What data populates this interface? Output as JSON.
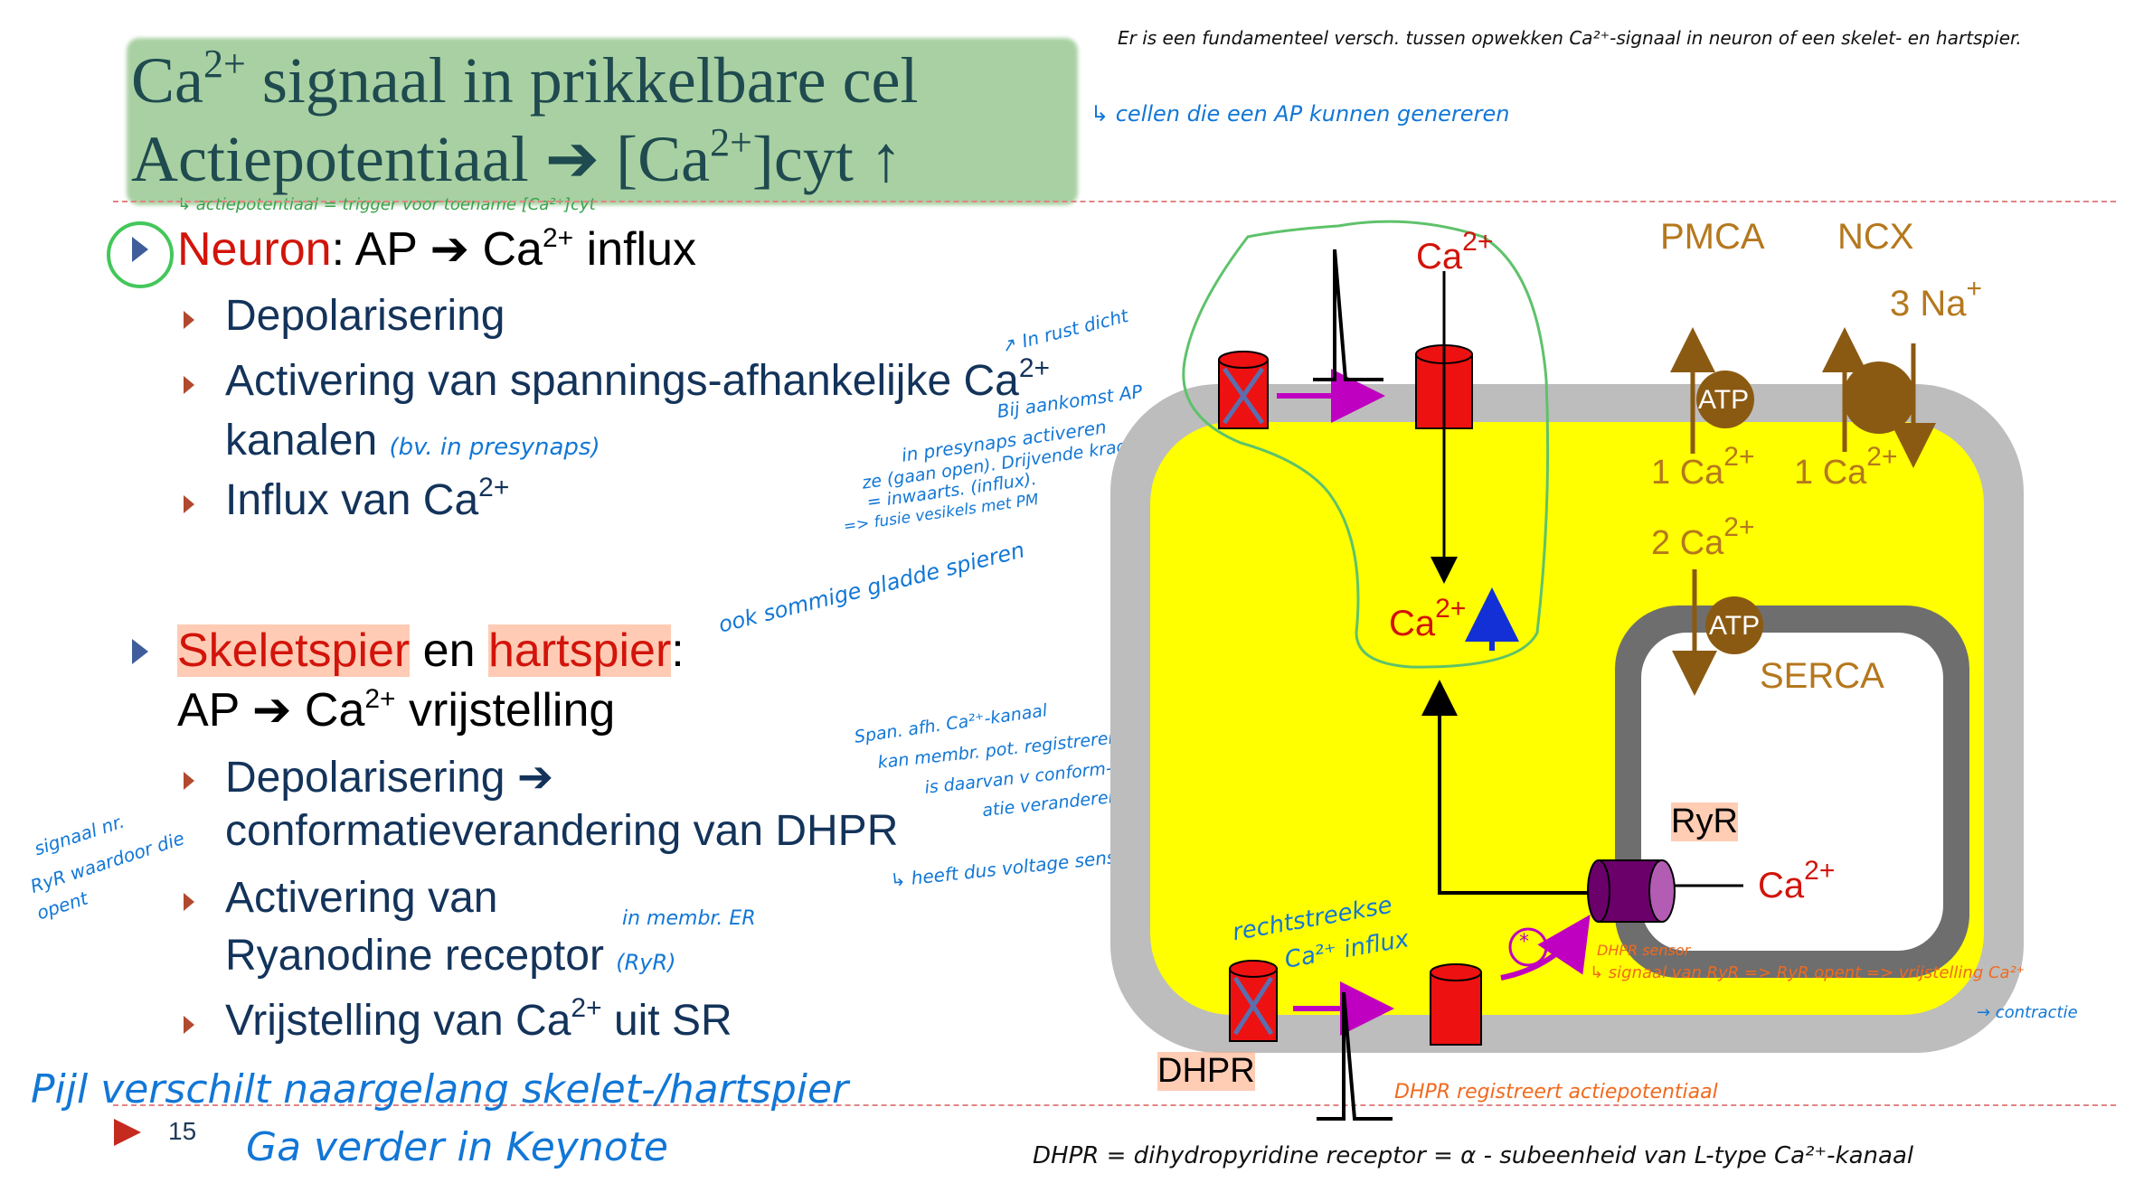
{
  "title": {
    "line1_prefix": "Ca",
    "line1_sup": "2+",
    "line1_suffix": " signaal in prikkelbare cel",
    "line2_prefix": "Actiepotentiaal ➔ [Ca",
    "line2_sup": "2+",
    "line2_suffix": "]cyt ↑"
  },
  "handnotes": {
    "top_right_1": "Er is een fundamenteel versch. tussen opwekken Ca²⁺-signaal in neuron of een skelet- en hartspier.",
    "top_right_2": "↳ cellen die een AP kunnen genereren",
    "under_title": "↳ actiepotentiaal = trigger voor toename [Ca²⁺]cyt",
    "in_rest": "↗ In rust dicht",
    "arrival_1": "Bij aankomst AP",
    "arrival_2": "in presynaps activeren",
    "arrival_3": "ze (gaan open). Drijvende kracht",
    "arrival_4": "= inwaarts. (influx).",
    "arrival_5": "=> fusie vesikels met PM",
    "some_smooth": "ook sommige gladde spieren",
    "dhpr_note_1": "Span. afh. Ca²⁺-kanaal",
    "dhpr_note_2": "kan membr. pot. registreren &",
    "dhpr_note_3": "is daarvan v conform-",
    "dhpr_note_4": "atie veranderen.",
    "dhpr_note_5": "↳ heeft dus voltage sensor",
    "signal_ryr_1": "signaal nr.",
    "signal_ryr_2": "RyR waardoor die",
    "signal_ryr_3": "opent",
    "in_membr_er": "in membr. ER",
    "footer_note_1": "Pijl  verschilt naargelang skelet-/hartspier",
    "footer_note_2": "Ga verder in Keynote",
    "diag_direct_1": "rechtstreekse",
    "diag_direct_2": "Ca²⁺ influx",
    "diag_dhpr_sensor": "DHPR sensor",
    "diag_signal": "↳ signaal van RyR => RyR opent => vrijstelling Ca²⁺",
    "diag_contraction": "→ contractie",
    "diag_register": "DHPR registreert actiepotentiaal",
    "diag_definition": "DHPR = dihydropyridine receptor = α - subeenheid van L-type Ca²⁺-kanaal",
    "star": "*"
  },
  "neuron": {
    "label": "Neuron",
    "colon": ":",
    "rest": " AP ➔ Ca",
    "sup": "2+",
    "suffix": " influx",
    "items": [
      {
        "text": "Depolarisering"
      },
      {
        "text": "Activering van spannings-afhankelijke Ca",
        "sup": "2+"
      },
      {
        "text": "kanalen",
        "note": "(bv. in presynaps)"
      },
      {
        "text": "Influx van Ca",
        "sup": "2+"
      }
    ]
  },
  "muscle": {
    "label1": "Skeletspier",
    "en": " en ",
    "label2": "hartspier",
    "colon": ":",
    "line2_prefix": "AP ➔ Ca",
    "line2_sup": "2+",
    "line2_suffix": " vrijstelling",
    "items": [
      {
        "text": "Depolarisering ➔"
      },
      {
        "text": "conformatieverandering van DHPR"
      },
      {
        "text": "Activering van"
      },
      {
        "text": "Ryanodine receptor",
        "note": "(RyR)"
      },
      {
        "text": "Vrijstelling van Ca",
        "sup": "2+",
        "suffix": " uit SR"
      }
    ]
  },
  "page_number": "15",
  "diagram": {
    "ca_top": "Ca",
    "ca_top_sup": "2+",
    "ca_up": "Ca",
    "ca_up_sup": "2+",
    "pmca": "PMCA",
    "ncx": "NCX",
    "na": "3 Na",
    "na_sup": "+",
    "atp1": "ATP",
    "atp2": "ATP",
    "ca_pmca": "1 Ca",
    "ca_pmca_sup": "2+",
    "ca_ncx": "1 Ca",
    "ca_ncx_sup": "2+",
    "ca_serca": "2 Ca",
    "ca_serca_sup": "2+",
    "serca": "SERCA",
    "ryr": "RyR",
    "ca_ryr": "Ca",
    "ca_ryr_sup": "2+",
    "dhpr": "DHPR"
  },
  "colors": {
    "title_text": "#1f4a4f",
    "highlight_green": "#93c58c",
    "neuron_red": "#d2140a",
    "cell_yellow": "#ffff00",
    "membrane_gray": "#bdbdbd",
    "sr_gray": "#6e6e6e",
    "pump_brown": "#8b5a12",
    "label_gold": "#b5781d",
    "ryr_purple": "#6b006b",
    "arrow_magenta": "#c000c0"
  }
}
